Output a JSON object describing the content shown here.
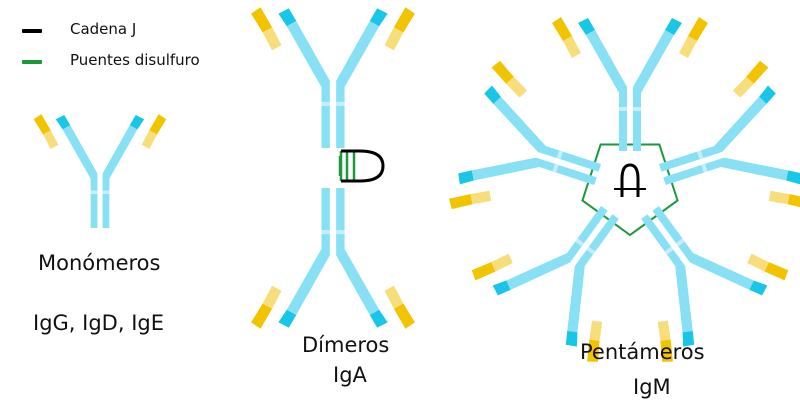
{
  "colors": {
    "heavy_chain": "#88e0f5",
    "variable_heavy": "#18c6e8",
    "light_constant": "#f7de7a",
    "light_variable": "#f2c400",
    "j_chain": "#000000",
    "disulfide_bridge": "#1a9a3a",
    "hinge": "#c7eefa"
  },
  "legend": {
    "j_chain_label": "Cadena J",
    "disulfide_label": "Puentes disulfuro"
  },
  "groups": {
    "monomer": {
      "title": "Monómeros",
      "types": "IgG, IgD, IgE"
    },
    "dimer": {
      "title": "Dímeros",
      "types": "IgA"
    },
    "pentamer": {
      "title": "Pentámeros",
      "types": "IgM"
    }
  }
}
